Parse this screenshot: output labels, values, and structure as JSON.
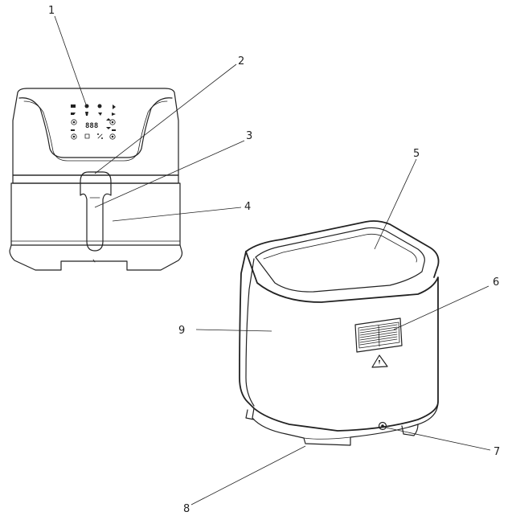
{
  "diagram": {
    "display_readout": "888",
    "callouts": [
      {
        "id": "1",
        "label": "1"
      },
      {
        "id": "2",
        "label": "2"
      },
      {
        "id": "3",
        "label": "3"
      },
      {
        "id": "4",
        "label": "4"
      },
      {
        "id": "5",
        "label": "5"
      },
      {
        "id": "6",
        "label": "6"
      },
      {
        "id": "7",
        "label": "7"
      },
      {
        "id": "8",
        "label": "8"
      },
      {
        "id": "9",
        "label": "9"
      }
    ],
    "icons": {
      "warning": "hot-surface-warning-icon"
    },
    "colors": {
      "line": "#222222",
      "background": "#ffffff"
    }
  }
}
